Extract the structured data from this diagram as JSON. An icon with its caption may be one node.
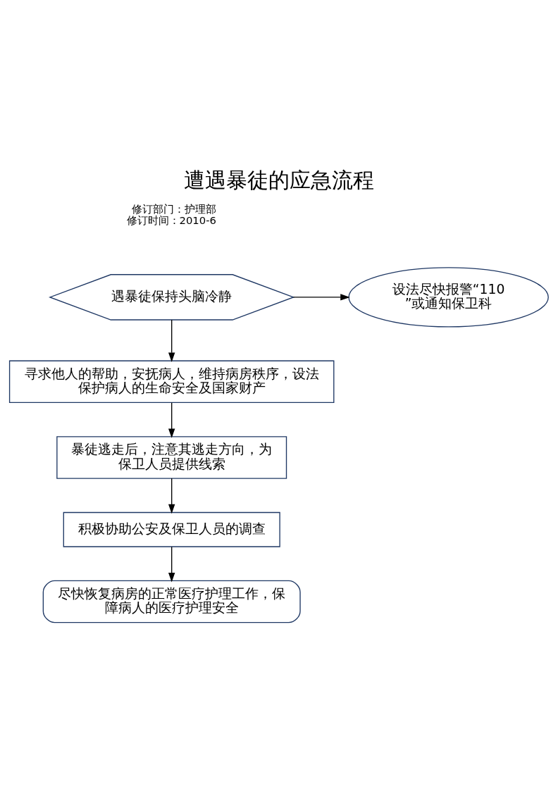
{
  "diagram": {
    "title": "遭遇暴徒的应急流程",
    "nodes": [
      {
        "text": [
          "遇暴徒保持头脑冷静"
        ]
      },
      {
        "text": [
          "设法尽快报警“110”或通知保卫科"
        ]
      },
      {
        "text": [
          "寻求他人的帮助，安抚病人，维持病房秩序，设法保护病人的生命安全及国家财产"
        ]
      },
      {
        "text": [
          "暴徒逃走后，注意其逃走方向，为保卫人员提供线索"
        ]
      },
      {
        "text": [
          "积极协助公安及保卫人员的调查"
        ]
      },
      {
        "text": [
          "尽快恢复病房的正常医疗护理工作，保障病人的医疗护理安全"
        ]
      }
    ],
    "edges": [
      {
        "from": 0,
        "to": 1,
        "arrow": "to"
      },
      {
        "from": 0,
        "to": 2,
        "arrow": "to"
      },
      {
        "from": 2,
        "to": 3,
        "arrow": "to"
      },
      {
        "from": 3,
        "to": 4,
        "arrow": "to"
      },
      {
        "from": 4,
        "to": 5,
        "arrow": "to"
      }
    ],
    "labels": [
      "修订部门：护理部",
      "修订时间：2010-6"
    ]
  }
}
